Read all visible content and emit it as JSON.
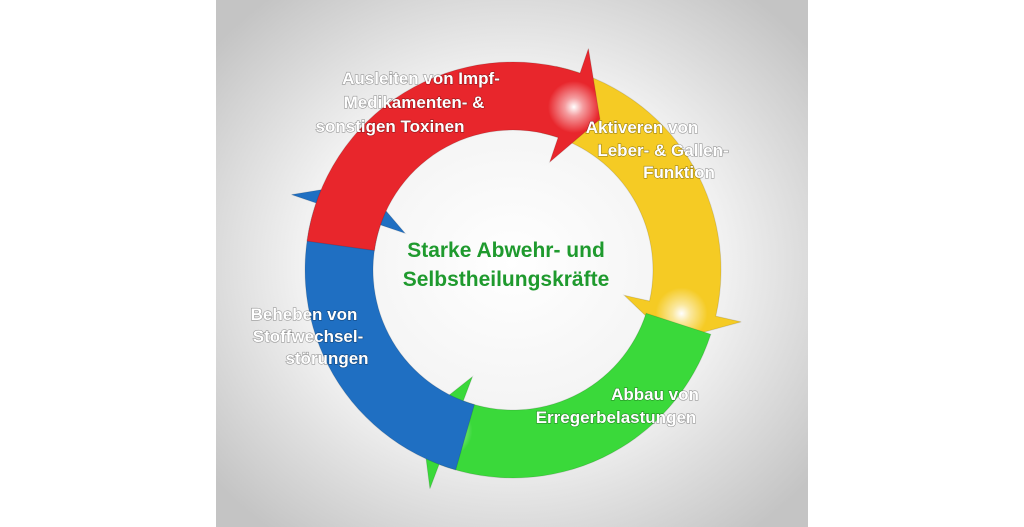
{
  "diagram": {
    "center": {
      "lines": [
        "Starke Abwehr- und",
        "Selbstheilungskräfte"
      ],
      "color": "#1f9a2e"
    },
    "steps": [
      {
        "id": "red",
        "color": "#e8262c",
        "lines": [
          "Ausleiten von Impf-",
          "Medikamenten- &",
          "sonstigen Toxinen"
        ]
      },
      {
        "id": "yellow",
        "color": "#f5cb24",
        "lines": [
          "Aktiveren von",
          "Leber- & Gallen-",
          "Funktion"
        ]
      },
      {
        "id": "green",
        "color": "#3ad93a",
        "lines": [
          "Abbau von",
          "Erregerbelastungen"
        ]
      },
      {
        "id": "blue",
        "color": "#1f6fc2",
        "lines": [
          "Beheben von",
          "Stoffwechsel-",
          "störungen"
        ]
      }
    ],
    "background": {
      "edge": "#c6c6c6",
      "center": "#ffffff"
    }
  }
}
